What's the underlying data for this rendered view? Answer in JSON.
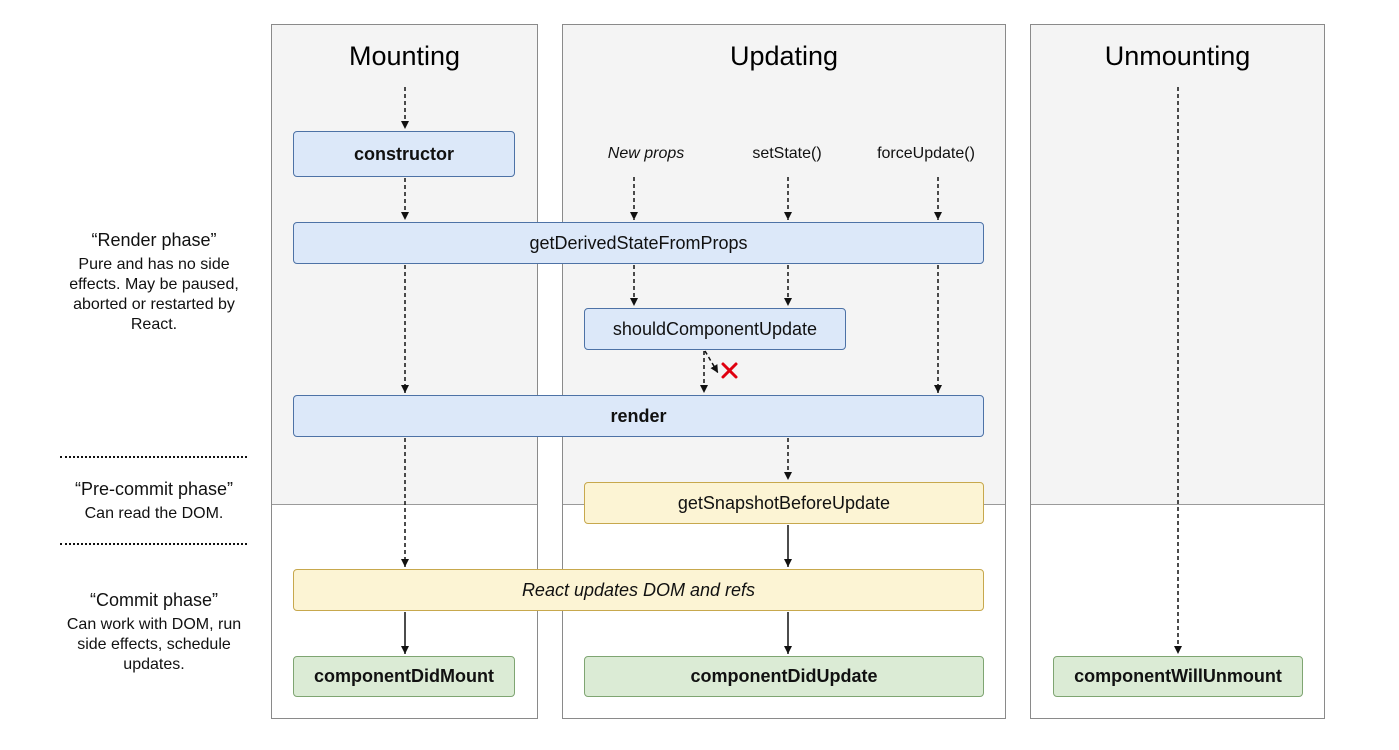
{
  "columns": {
    "mounting": "Mounting",
    "updating": "Updating",
    "unmounting": "Unmounting"
  },
  "triggers": {
    "new_props": "New props",
    "set_state": "setState()",
    "force_update": "forceUpdate()"
  },
  "methods": {
    "constructor": "constructor",
    "get_derived_state": "getDerivedStateFromProps",
    "should_component_update": "shouldComponentUpdate",
    "render": "render",
    "get_snapshot": "getSnapshotBeforeUpdate",
    "react_updates_dom": "React updates DOM and refs",
    "component_did_mount": "componentDidMount",
    "component_did_update": "componentDidUpdate",
    "component_will_unmount": "componentWillUnmount"
  },
  "phases": {
    "render": {
      "title": "“Render phase”",
      "description": "Pure and has no side effects. May be paused, aborted or restarted by React."
    },
    "pre_commit": {
      "title": "“Pre-commit phase”",
      "description": "Can read the DOM."
    },
    "commit": {
      "title": "“Commit phase”",
      "description": "Can work with DOM, run side effects, schedule updates."
    }
  },
  "colors": {
    "render_phase_box": "#dce8f9",
    "pre_commit_box": "#fcf4d4",
    "commit_box": "#dbebd5",
    "cancel_mark": "#e0000f"
  }
}
